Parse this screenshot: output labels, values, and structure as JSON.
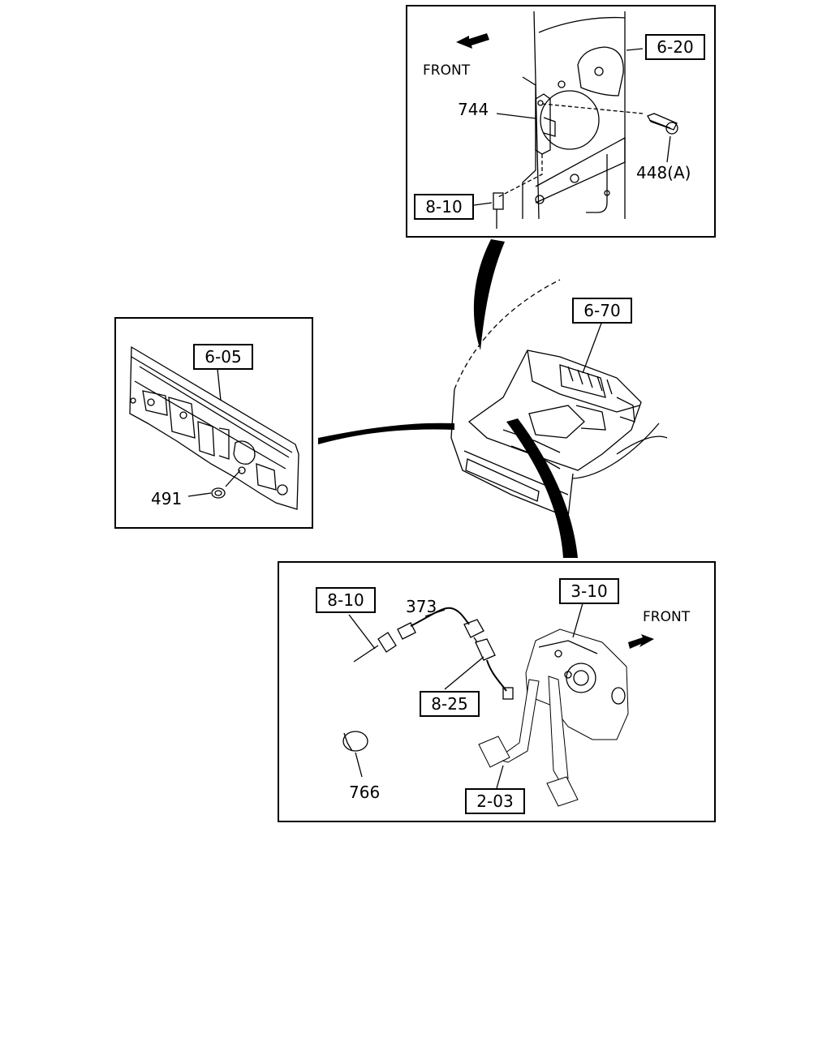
{
  "labels": {
    "ref_6_20": "6-20",
    "ref_8_10_top": "8-10",
    "ref_6_70": "6-70",
    "ref_6_05": "6-05",
    "ref_8_10_bottom": "8-10",
    "ref_3_10": "3-10",
    "ref_8_25": "8-25",
    "ref_2_03": "2-03",
    "part_744": "744",
    "part_448a": "448(A)",
    "part_491": "491",
    "part_373": "373",
    "part_766": "766",
    "front_top": "FRONT",
    "front_bottom": "FRONT"
  }
}
